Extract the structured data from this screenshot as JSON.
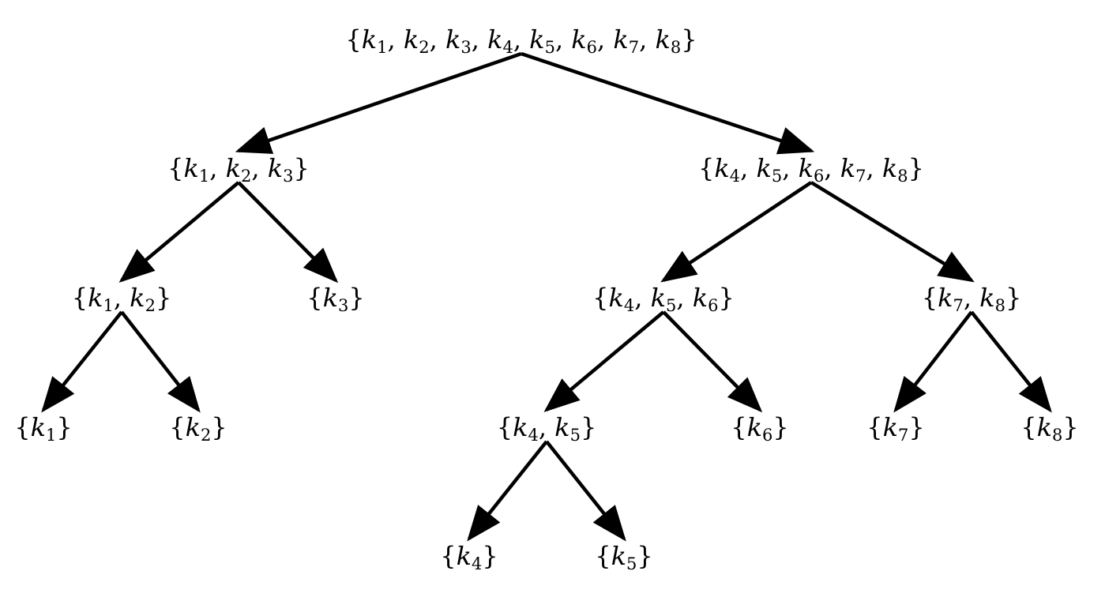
{
  "tree": {
    "nodes": [
      {
        "id": "n0",
        "keys": [
          "1",
          "2",
          "3",
          "4",
          "5",
          "6",
          "7",
          "8"
        ]
      },
      {
        "id": "n1",
        "keys": [
          "1",
          "2",
          "3"
        ]
      },
      {
        "id": "n2",
        "keys": [
          "4",
          "5",
          "6",
          "7",
          "8"
        ]
      },
      {
        "id": "n3",
        "keys": [
          "1",
          "2"
        ]
      },
      {
        "id": "n4",
        "keys": [
          "3"
        ]
      },
      {
        "id": "n5",
        "keys": [
          "4",
          "5",
          "6"
        ]
      },
      {
        "id": "n6",
        "keys": [
          "7",
          "8"
        ]
      },
      {
        "id": "n7",
        "keys": [
          "1"
        ]
      },
      {
        "id": "n8",
        "keys": [
          "2"
        ]
      },
      {
        "id": "n9",
        "keys": [
          "4",
          "5"
        ]
      },
      {
        "id": "n10",
        "keys": [
          "6"
        ]
      },
      {
        "id": "n11",
        "keys": [
          "7"
        ]
      },
      {
        "id": "n12",
        "keys": [
          "8"
        ]
      },
      {
        "id": "n13",
        "keys": [
          "4"
        ]
      },
      {
        "id": "n14",
        "keys": [
          "5"
        ]
      }
    ],
    "edges": [
      [
        "n0",
        "n1"
      ],
      [
        "n0",
        "n2"
      ],
      [
        "n1",
        "n3"
      ],
      [
        "n1",
        "n4"
      ],
      [
        "n2",
        "n5"
      ],
      [
        "n2",
        "n6"
      ],
      [
        "n3",
        "n7"
      ],
      [
        "n3",
        "n8"
      ],
      [
        "n5",
        "n9"
      ],
      [
        "n5",
        "n10"
      ],
      [
        "n6",
        "n11"
      ],
      [
        "n6",
        "n12"
      ],
      [
        "n9",
        "n13"
      ],
      [
        "n9",
        "n14"
      ]
    ],
    "symbol": "k",
    "colors": {
      "line": "#000000",
      "text": "#000000",
      "background": "#ffffff"
    }
  }
}
